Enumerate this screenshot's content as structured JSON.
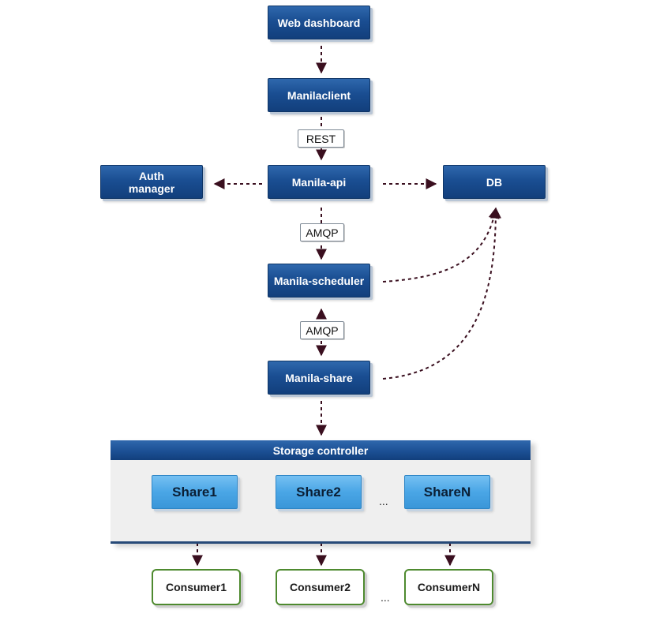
{
  "nodes": {
    "web_dashboard": "Web dashboard",
    "manilaclient": "Manilaclient",
    "auth_manager": "Auth\nmanager",
    "manila_api": "Manila-api",
    "db": "DB",
    "manila_scheduler": "Manila-scheduler",
    "manila_share": "Manila-share"
  },
  "labels": {
    "rest": "REST",
    "amqp_1": "AMQP",
    "amqp_2": "AMQP"
  },
  "storage_controller": {
    "title": "Storage controller",
    "shares": [
      "Share1",
      "Share2",
      "ShareN"
    ],
    "ellipsis": "..."
  },
  "consumers": {
    "items": [
      "Consumer1",
      "Consumer2",
      "ConsumerN"
    ],
    "ellipsis": "..."
  },
  "colors": {
    "node_dark": "#1a4e92",
    "share_light": "#4aa6e6",
    "consumer_border": "#4e8a2f",
    "connector": "#3a0f1f"
  }
}
